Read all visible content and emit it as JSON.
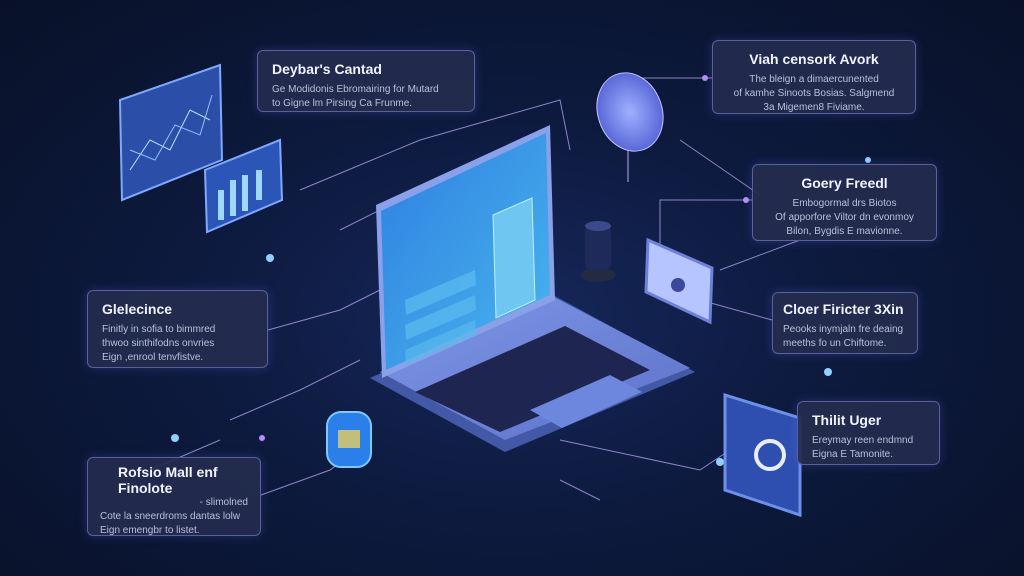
{
  "cards": [
    {
      "title": "Deybar's Cantad",
      "lines": [
        "Ge Modidonis Ebromairing for Mutard",
        "to Gigne lm Pirsing Ca Frunme."
      ]
    },
    {
      "title": "Viah censork Avork",
      "lines": [
        "The bleign a dimaercunented",
        "of kamhe Sinoots Bosias. Salgmend",
        "3a Migemen8 Fiviame."
      ]
    },
    {
      "title": "Goery Freedl",
      "lines": [
        "Embogormal drs Biotos",
        "Of apporfore Viltor dn evonmoy",
        "Bilon, Bygdis E mavionne."
      ]
    },
    {
      "title": "Glelecince",
      "lines": [
        "Finitly in sofia to bimmred",
        "thwoo sinthifodns onvries",
        "Eign ,enrool tenvfistve."
      ]
    },
    {
      "title": "Cloer Firicter 3Xin",
      "lines": [
        "Peooks inymjaln fre deaing",
        "meeths fo un Chiftome."
      ]
    },
    {
      "title": "Thilit Uger",
      "lines": [
        "Ereymay reen endmnd",
        "Eigna E Tamonite."
      ]
    },
    {
      "title": "Rofsio Mall enf Finolote",
      "subtitle": "- slimolned",
      "lines": [
        "Cote la sneerdroms dantas lolw",
        "Eign emengbr to listet."
      ]
    }
  ],
  "colors": {
    "accent": "#7b6cff",
    "card_border": "#5b5f9a",
    "screen": "#3f9be8",
    "laptop": "#6f86d8"
  }
}
